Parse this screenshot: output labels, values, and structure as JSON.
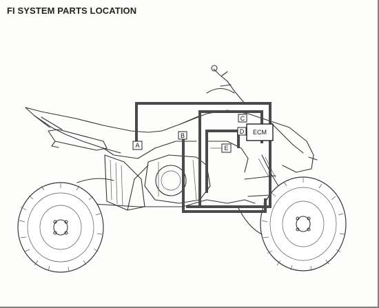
{
  "header": {
    "title": "FI SYSTEM PARTS LOCATION"
  },
  "callouts": [
    {
      "id": "A",
      "label": "A"
    },
    {
      "id": "B",
      "label": "B"
    },
    {
      "id": "C",
      "label": "C"
    },
    {
      "id": "D",
      "label": "D"
    },
    {
      "id": "E",
      "label": "E"
    }
  ],
  "ecm": {
    "label": "ECM"
  },
  "colors": {
    "frame_box": "#4a4a4a",
    "line_art": "#333333",
    "background": "#fdfdfc"
  },
  "illustration": {
    "subject": "atv-side-view-icon"
  }
}
